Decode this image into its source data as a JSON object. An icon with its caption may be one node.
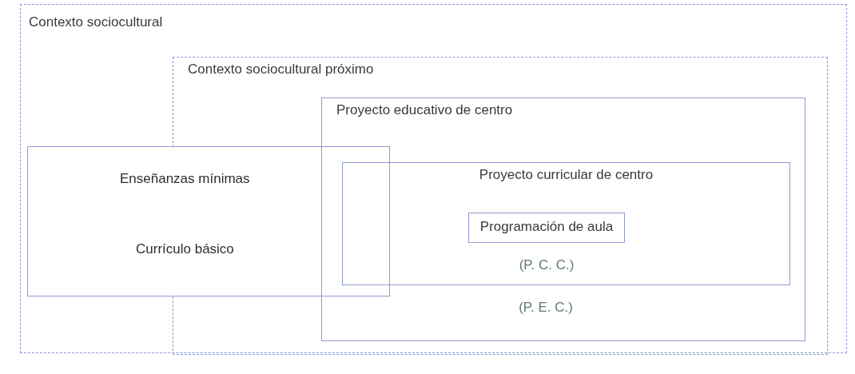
{
  "diagram": {
    "nodes": [
      {
        "text": [
          "Contexto sociocultural"
        ]
      },
      {
        "text": [
          "Contexto sociocultural próximo"
        ],
        "in": 0
      },
      {
        "text": [
          "Proyecto educativo de centro",
          "(P. E. C.)"
        ],
        "in": 1
      },
      {
        "text": [
          "Proyecto curricular de centro",
          "(P. C. C.)"
        ],
        "in": 2
      },
      {
        "text": [
          "Programación de aula"
        ],
        "in": 3
      },
      {
        "text": [
          "Enseñanzas mínimas",
          "Currículo básico"
        ],
        "in": 0
      }
    ]
  }
}
